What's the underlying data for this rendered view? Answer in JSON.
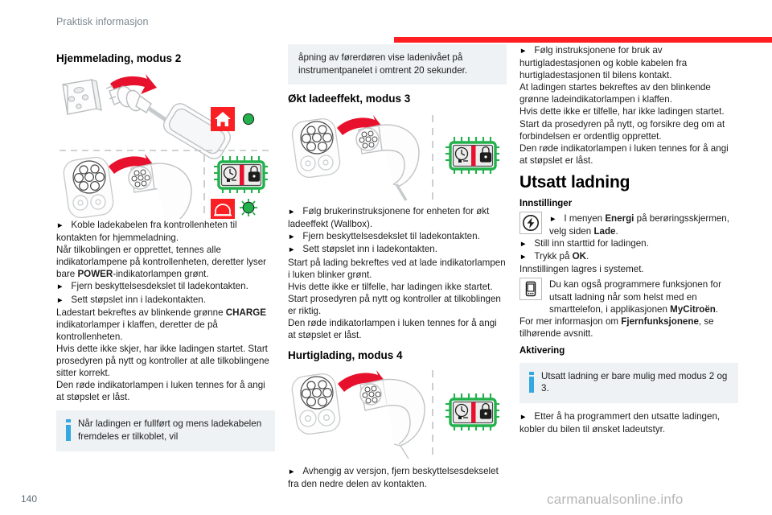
{
  "header": {
    "section_title": "Praktisk informasjon",
    "rule_color": "#ff1f22"
  },
  "footer": {
    "page_number": "140",
    "watermark": "carmanualsonline.info"
  },
  "colors": {
    "accent_red": "#ff1f22",
    "indicator_green": "#22b14c",
    "note_blue": "#35a8e0",
    "note_background": "#eef2f4"
  },
  "left_column": {
    "heading": "Hjemmelading, modus 2",
    "figure": {
      "name": "mode-2-home-charging-illustration",
      "top_scene": {
        "socket": "domestic-wall-socket",
        "plug": "domestic-plug",
        "control_unit": "charging-control-unit",
        "arrow": "red-insertion-arrow",
        "badge_label": "home-icon-red-badge",
        "lamp": "green-indicator-lamp"
      },
      "bottom_scene": {
        "vehicle_socket": "vehicle-charging-socket",
        "connector": "type-2-connector",
        "arrow": "red-insertion-arrow",
        "flap_indicator": "clock-and-padlock-indicator-green-glow",
        "badge_label": "car-icon-red-badge",
        "lamp": "green-indicator-lamp-glowing"
      }
    },
    "paragraphs": [
      {
        "type": "bullet",
        "text": "Koble ladekabelen fra kontrollenheten til kontakten for hjemmeladning."
      },
      {
        "type": "plain",
        "text": "Når tilkoblingen er opprettet, tennes alle indikatorlampene på kontrollenheten, deretter lyser bare "
      },
      {
        "type": "plain_bold_mid",
        "pre": "",
        "bold": "POWER",
        "post": "-indikatorlampen grønt."
      },
      {
        "type": "bullet",
        "text": "Fjern beskyttelsesdekslet til ladekontakten."
      },
      {
        "type": "bullet",
        "text": "Sett støpslet inn i ladekontakten."
      },
      {
        "type": "plain",
        "text": "Ladestart bekreftes av blinkende grønne "
      },
      {
        "type": "plain_bold_start",
        "bold": "CHARGE",
        "post": " indikatorlamper i klaffen, deretter de på kontrollenheten."
      },
      {
        "type": "plain",
        "text": "Hvis dette ikke skjer, har ikke ladingen startet. Start prosedyren på nytt og kontroller at alle tilkoblingene sitter korrekt."
      },
      {
        "type": "plain",
        "text": "Den røde indikatorlampen i luken tennes for å angi at støpslet er låst."
      }
    ],
    "flow_1": "Koble ladekabelen fra kontrollenheten til kontakten for hjemmeladning.",
    "flow_2a": "Når tilkoblingen er opprettet, tennes alle indikatorlampene på kontrollenheten, deretter lyser bare ",
    "flow_2b": "POWER",
    "flow_2c": "-indikatorlampen grønt.",
    "flow_3": "Fjern beskyttelsesdekslet til ladekontakten.",
    "flow_4": "Sett støpslet inn i ladekontakten.",
    "flow_5a": "Ladestart bekreftes av blinkende grønne ",
    "flow_5b": "CHARGE",
    "flow_5c": " indikatorlamper i klaffen, deretter de på kontrollenheten.",
    "flow_6": "Hvis dette ikke skjer, har ikke ladingen startet. Start prosedyren på nytt og kontroller at alle tilkoblingene sitter korrekt.",
    "flow_7": "Den røde indikatorlampen i luken tennes for å angi at støpslet er låst.",
    "note": "Når ladingen er fullført og mens ladekabelen fremdeles er tilkoblet, vil"
  },
  "middle_column": {
    "note_continued": "åpning av førerdøren vise ladenivået på instrumentpanelet i omtrent 20 sekunder.",
    "heading_mode3": "Økt ladeeffekt, modus 3",
    "figure_mode3": {
      "name": "mode-3-wallbox-illustration",
      "vehicle_socket": "vehicle-charging-socket",
      "connector": "type-2-connector",
      "arrow": "red-insertion-arrow",
      "flap_indicator": "clock-and-padlock-indicator-green-glow"
    },
    "mode3_1a": "Følg brukerinstruksjonene for enheten for økt ladeeffekt (Wallbox).",
    "mode3_2": "Fjern beskyttelsesdekslet til ladekontakten.",
    "mode3_3": "Sett støpslet inn i ladekontakten.",
    "mode3_4": "Start på lading bekreftes ved at lade indikatorlampen i luken blinker grønt.",
    "mode3_5": "Hvis dette ikke er tilfelle, har ladingen ikke startet. Start prosedyren på nytt og kontroller at tilkoblingen er riktig.",
    "mode3_6": "Den røde indikatorlampen i luken tennes for å angi at støpslet er låst.",
    "heading_mode4": "Hurtiglading, modus 4",
    "figure_mode4": {
      "name": "mode-4-rapid-charging-illustration",
      "vehicle_socket": "vehicle-charging-socket-combo",
      "connector": "ccs-rapid-connector",
      "arrow": "red-insertion-arrow",
      "flap_indicator": "clock-and-padlock-indicator-green-glow"
    },
    "mode4_1": "Avhengig av versjon, fjern beskyttelsesdekselet fra den nedre delen av kontakten."
  },
  "right_column": {
    "rapid_1": "Følg instruksjonene for bruk av hurtigladestasjonen og koble kabelen fra hurtigladestasjonen til bilens kontakt.",
    "rapid_2": "At ladingen startes bekreftes av den blinkende grønne ladeindikatorlampen i klaffen.",
    "rapid_3": "Hvis dette ikke er tilfelle, har ikke ladingen startet. Start da prosedyren på nytt, og forsikre deg om at forbindelsen er ordentlig opprettet.",
    "rapid_4": "Den røde indikatorlampen i luken tennes for å angi at støpslet er låst.",
    "heading_delayed": "Utsatt ladning",
    "heading_settings": "Innstillinger",
    "settings_icon": "energy-flash-icon",
    "settings_1a": "I menyen ",
    "settings_1b": "Energi",
    "settings_1c": " på berøringsskjermen, velg siden ",
    "settings_1d": "Lade",
    "settings_1e": ".",
    "settings_2": "Still inn starttid for ladingen.",
    "settings_3a": "Trykk på ",
    "settings_3b": "OK",
    "settings_3c": ".",
    "settings_4": "Innstillingen lagres i systemet.",
    "smartphone_icon": "smartphone-icon",
    "smartphone_1a": "Du kan også programmere funksjonen for utsatt ladning når som helst med en smarttelefon, i applikasjonen ",
    "smartphone_1b": "MyCitroën",
    "smartphone_1c": ".",
    "remote_1a": "For mer informasjon om ",
    "remote_1b": "Fjernfunksjonene",
    "remote_1c": ", se tilhørende avsnitt.",
    "heading_activation": "Aktivering",
    "note_activation": "Utsatt ladning er bare mulig med modus 2 og 3.",
    "activation_1": "Etter å ha programmert den utsatte ladingen, kobler du bilen til ønsket ladeutstyr."
  }
}
